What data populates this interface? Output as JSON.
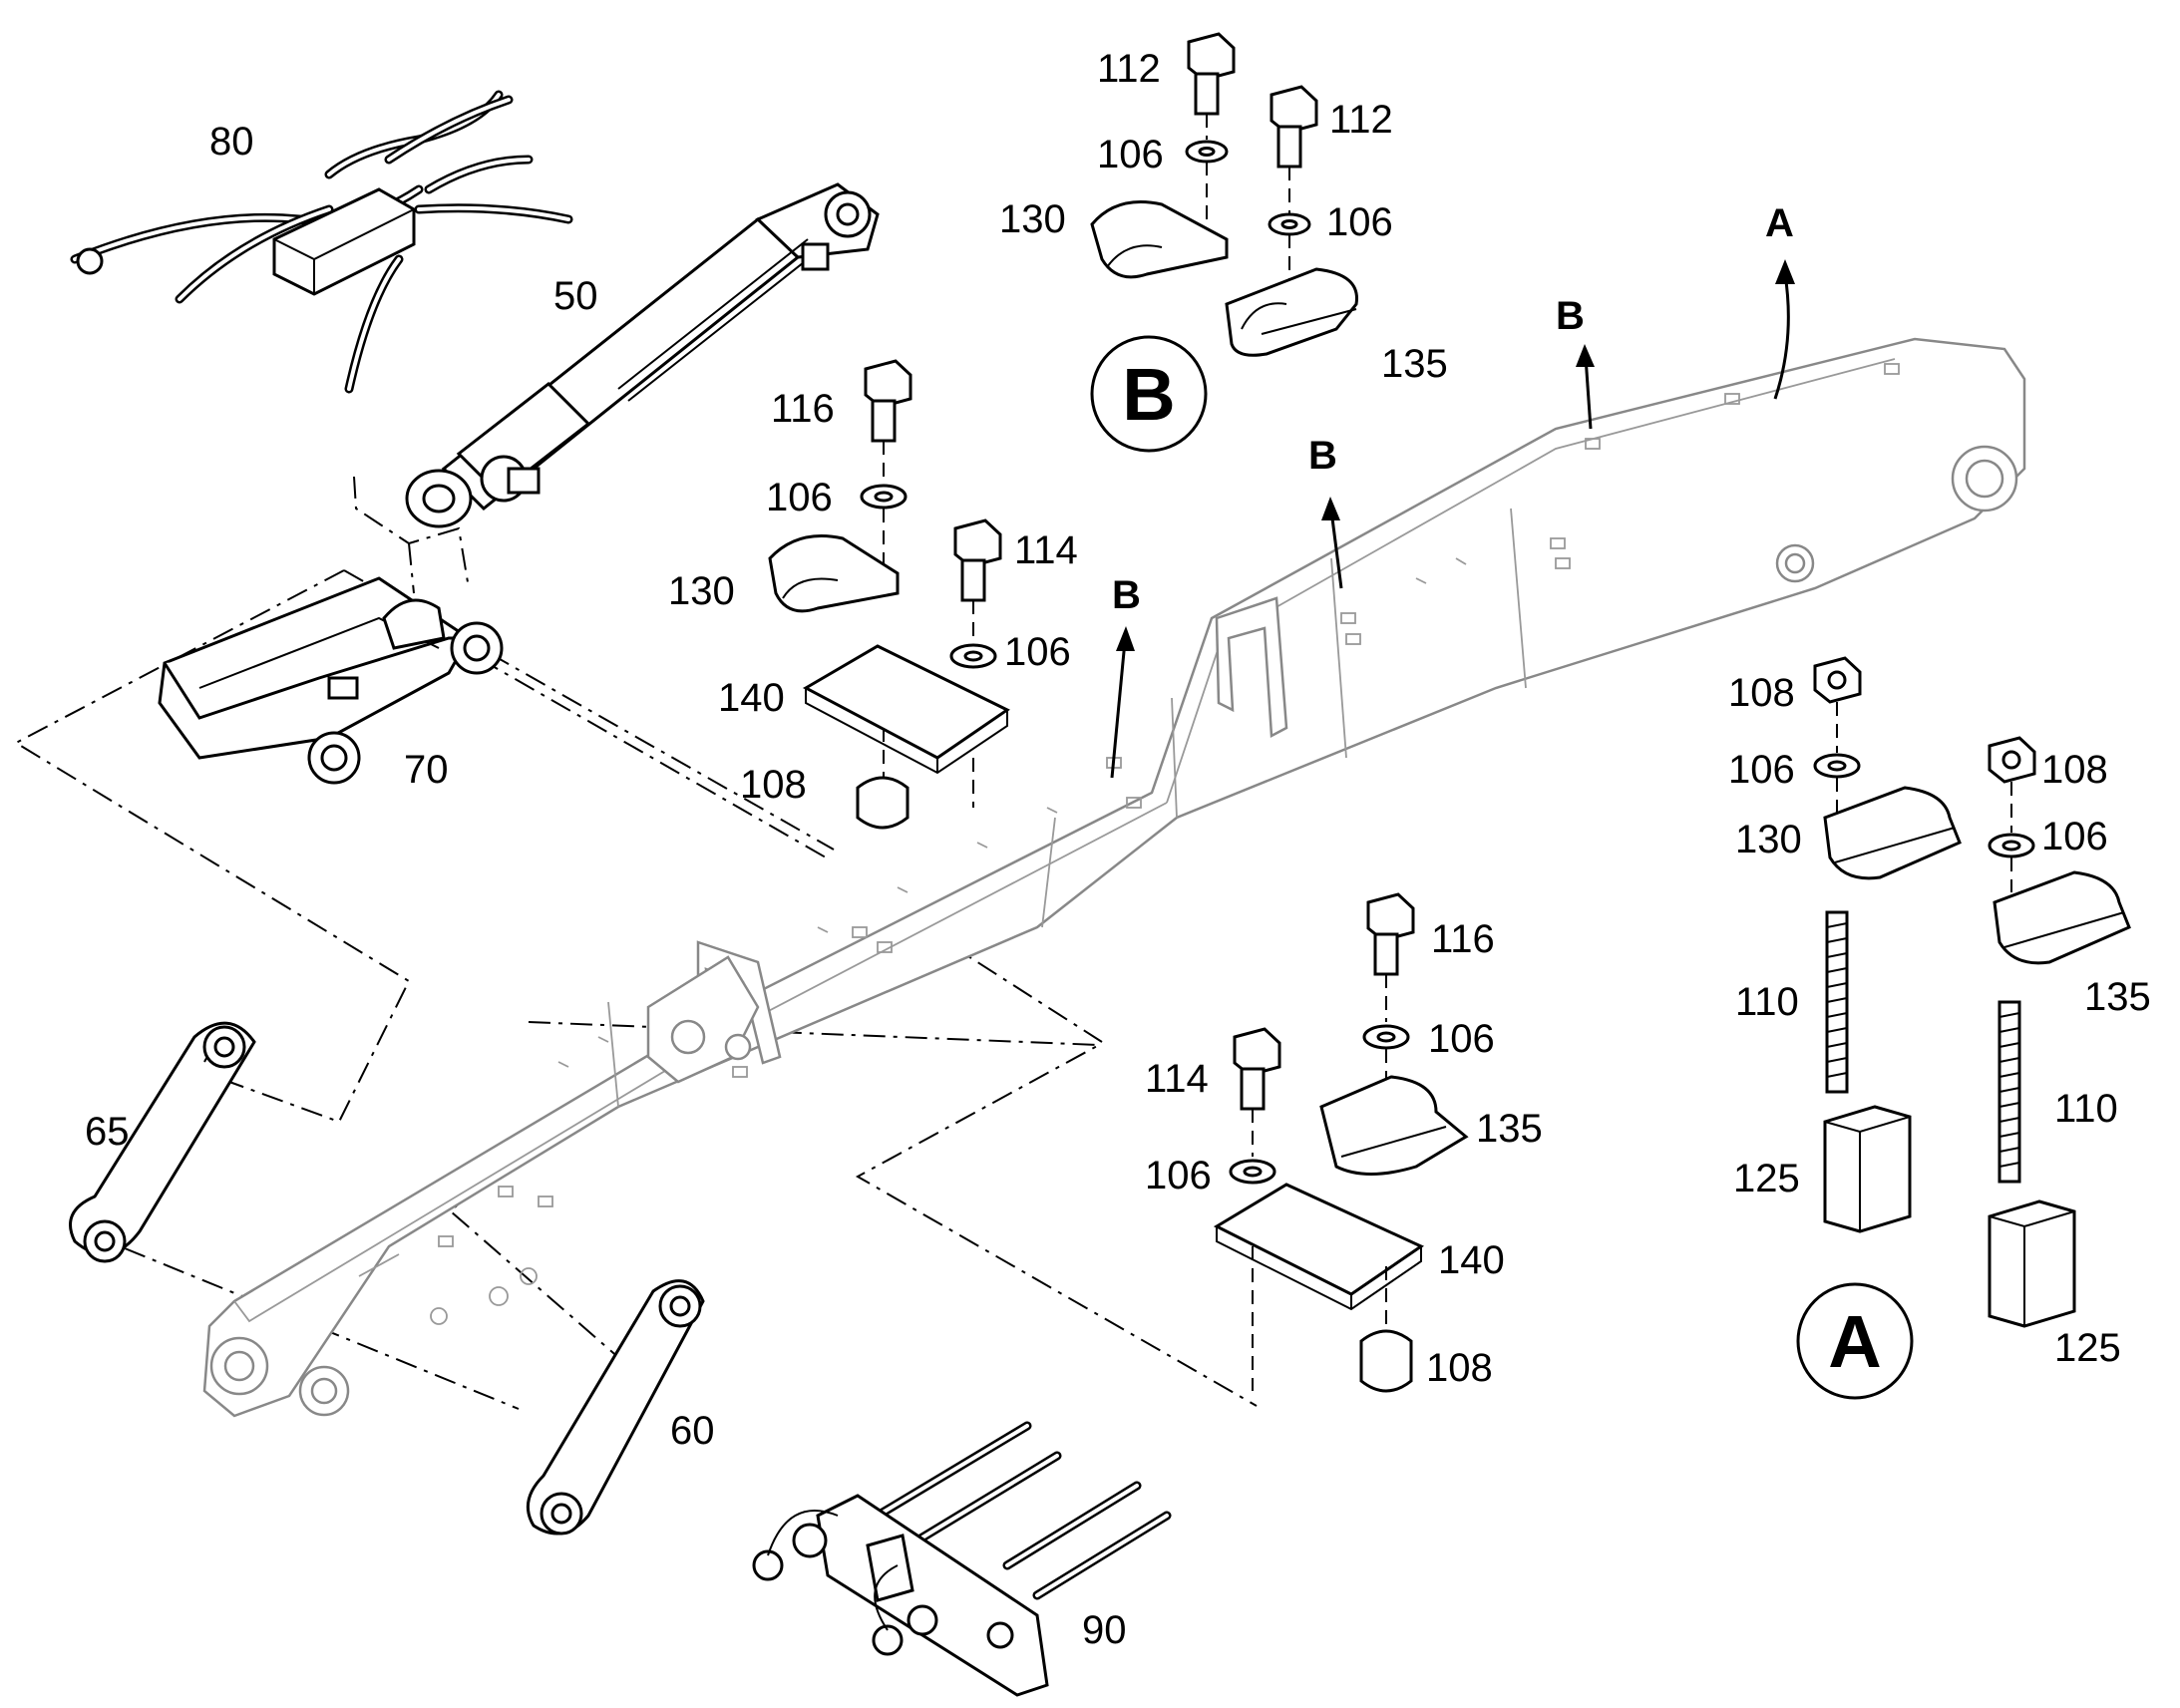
{
  "labels": {
    "p50": "50",
    "p60": "60",
    "p65": "65",
    "p70": "70",
    "p80": "80",
    "p90": "90",
    "center": {
      "l116": "116",
      "l106a": "106",
      "l130": "130",
      "l114": "114",
      "l106b": "106",
      "l140": "140",
      "l108": "108"
    },
    "detailB": {
      "l112a": "112",
      "l112b": "112",
      "l106a": "106",
      "l106b": "106",
      "l130": "130",
      "l135": "135"
    },
    "lower": {
      "l116": "116",
      "l106a": "106",
      "l114": "114",
      "l135": "135",
      "l106b": "106",
      "l140": "140",
      "l108": "108"
    },
    "detailA": {
      "l108a": "108",
      "l106a": "106",
      "l130": "130",
      "l110a": "110",
      "l125a": "125",
      "l108b": "108",
      "l106b": "106",
      "l135": "135",
      "l110b": "110",
      "l125b": "125"
    },
    "arrows": {
      "A": "A",
      "B1": "B",
      "B2": "B",
      "B3": "B"
    },
    "detail_circles": {
      "A": "A",
      "B": "B"
    }
  }
}
